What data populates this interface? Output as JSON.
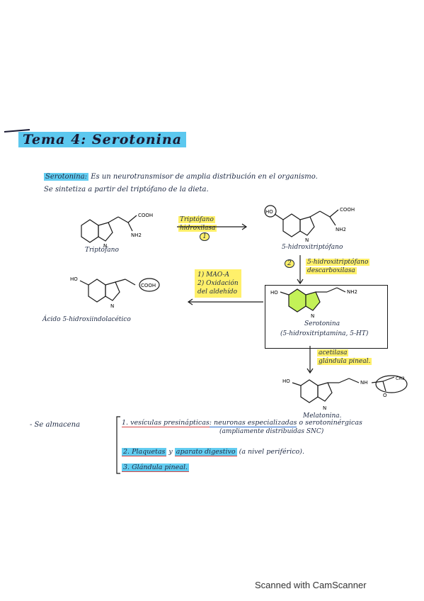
{
  "title": "Tema 4: Serotonina",
  "intro": {
    "term": "Serotonina:",
    "line1": "Es un neurotransmisor de amplia distribución en el organismo.",
    "line2": "Se sintetiza a partir del triptófano de la dieta."
  },
  "molecules": {
    "tryptophan": {
      "name": "Triptófano",
      "cooh": "COOH",
      "nh2": "NH2",
      "nh": "N\nH"
    },
    "hydroxytryptophan": {
      "name": "5-hidroxitriptófano",
      "ho": "HO",
      "cooh": "COOH",
      "nh2": "NH2"
    },
    "serotonin": {
      "name": "Serotonina",
      "subname": "(5-hidroxitriptamina, 5-HT)",
      "ho": "HO",
      "nh2": "NH2"
    },
    "hiaa": {
      "name": "Ácido 5-hidroxiindolacético",
      "ho": "HO",
      "cooh": "COOH"
    },
    "melatonin": {
      "name": "Melatonina.",
      "ho": "HO",
      "nh": "NH",
      "ch3": "CH3",
      "o": "O"
    }
  },
  "steps": {
    "step1": {
      "enzyme_line1": "Triptófano",
      "enzyme_line2": "hidroxilasa",
      "number": "1"
    },
    "step2": {
      "number": "2",
      "enzyme_line1": "5-hidroxitriptófano",
      "enzyme_line2": "descarboxilasa"
    },
    "step3": {
      "line1": "1) MAO-A",
      "line2": "2) Oxidación",
      "line3": "del aldehído"
    },
    "step4": {
      "line1": "acetilasa",
      "line2": "glándula pineal."
    }
  },
  "storage": {
    "label": "- Se almacena",
    "item1_a": "1. vesículas presinápticas",
    "item1_b": ": neuronas especializadas",
    "item1_c": "o serotoninérgicas",
    "item1_d": "(ampliamente distribuidas SNC)",
    "item2_a": "2. Plaquetas",
    "item2_b": "y",
    "item2_c": "aparato digestivo",
    "item2_d": "(a nivel periférico).",
    "item3": "3. Glándula pineal."
  },
  "footer": "Scanned with CamScanner"
}
